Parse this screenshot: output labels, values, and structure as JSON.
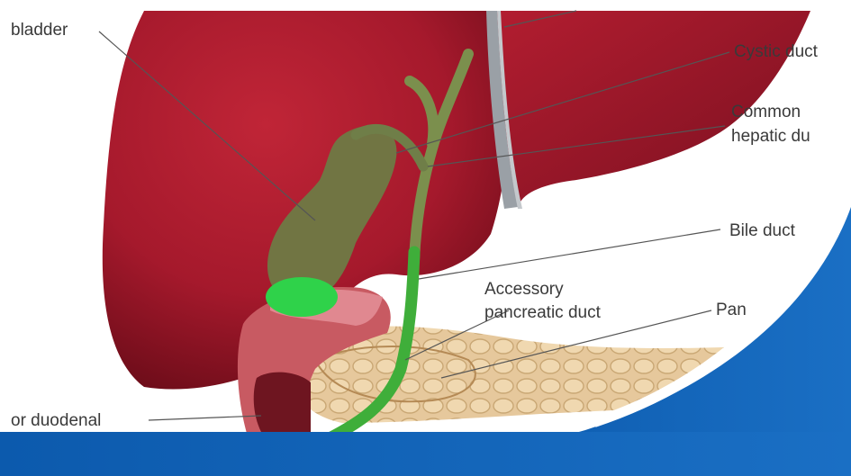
{
  "labels": {
    "gallbladder": "bladder",
    "cystic_duct": "Cystic duct",
    "common_hepatic_line1": "Common",
    "common_hepatic_line2": "hepatic du",
    "bile_duct": "Bile duct",
    "accessory_line1": "Accessory",
    "accessory_line2": "pancreatic duct",
    "pancreatic": "Pan",
    "duodenal": "or duodenal"
  },
  "colors": {
    "liver": "#a5192c",
    "liver_dark": "#7e0f1e",
    "gallbladder": "#6e7a45",
    "duct": "#3fae3a",
    "pancreas": "#e3c497",
    "duodenum": "#c85a62",
    "brand_blue": "#1565b8"
  }
}
